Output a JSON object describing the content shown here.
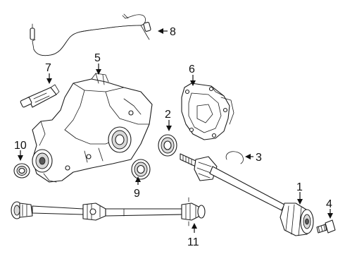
{
  "callouts": {
    "c1": "1",
    "c2": "2",
    "c3": "3",
    "c4": "4",
    "c5": "5",
    "c6": "6",
    "c7": "7",
    "c8": "8",
    "c9": "9",
    "c10": "10",
    "c11": "11"
  },
  "colors": {
    "line": "#1a1a1a",
    "background": "#ffffff",
    "shade": "#d9d9d9"
  }
}
